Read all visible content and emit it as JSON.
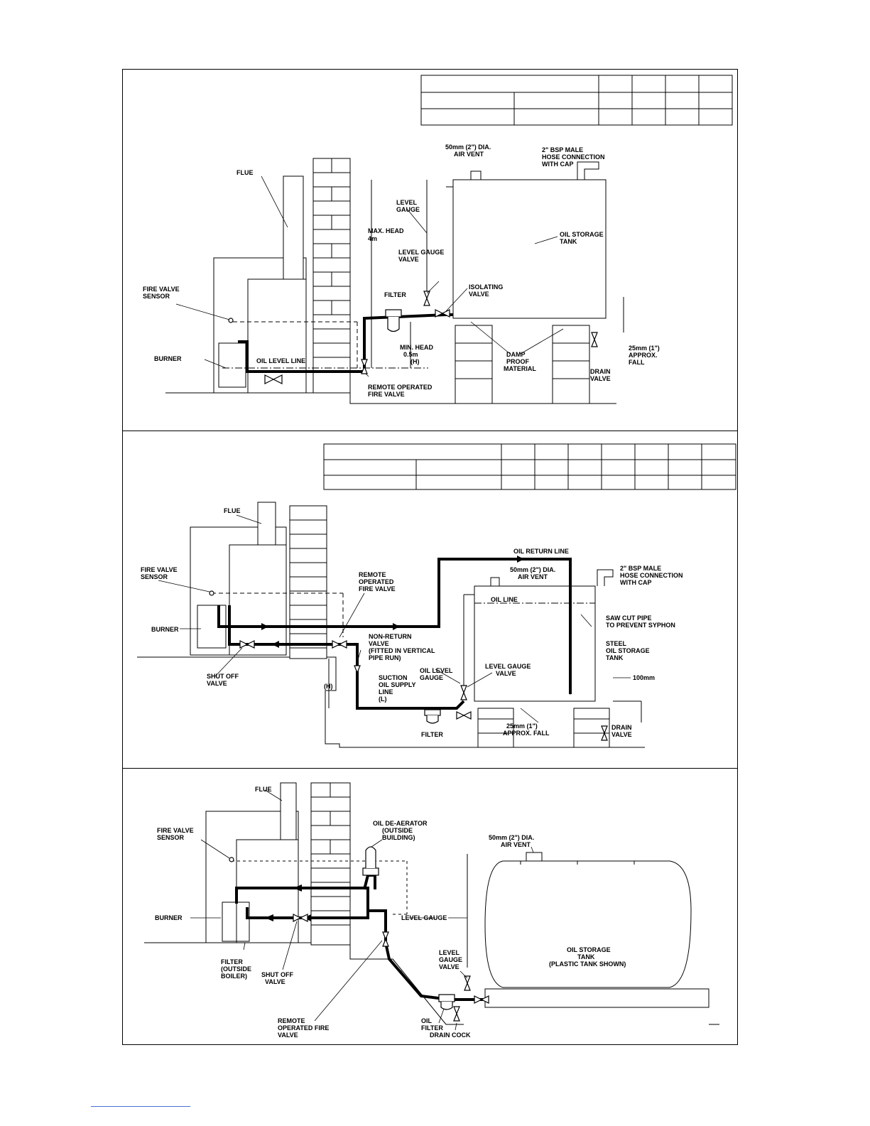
{
  "panel1": {
    "labels": {
      "flue": "FLUE",
      "air_vent_1": "50mm (2\") DIA.",
      "air_vent_2": "AIR VENT",
      "hose_1": "2\" BSP MALE",
      "hose_2": "HOSE CONNECTION",
      "hose_3": "WITH CAP",
      "level_gauge_1": "LEVEL",
      "level_gauge_2": "GAUGE",
      "max_head_1": "MAX. HEAD",
      "max_head_2": "4m",
      "oil_tank_1": "OIL STORAGE",
      "oil_tank_2": "TANK",
      "lgv_1": "LEVEL GAUGE",
      "lgv_2": "VALVE",
      "fire_sensor_1": "FIRE VALVE",
      "fire_sensor_2": "SENSOR",
      "filter": "FILTER",
      "isolating_1": "ISOLATING",
      "isolating_2": "VALVE",
      "burner": "BURNER",
      "oil_level_line": "OIL LEVEL LINE",
      "min_head_1": "MIN. HEAD",
      "min_head_2": "0.5m",
      "min_head_3": "(H)",
      "damp_1": "DAMP",
      "damp_2": "PROOF",
      "damp_3": "MATERIAL",
      "fall_1": "25mm (1\")",
      "fall_2": "APPROX.",
      "fall_3": "FALL",
      "drain_1": "DRAIN",
      "drain_2": "VALVE",
      "rofv_1": "REMOTE OPERATED",
      "rofv_2": "FIRE VALVE"
    }
  },
  "panel2": {
    "labels": {
      "flue": "FLUE",
      "oil_return": "OIL RETURN LINE",
      "hose_1": "2\" BSP MALE",
      "hose_2": "HOSE CONNECTION",
      "hose_3": "WITH CAP",
      "air_vent_1": "50mm (2\") DIA.",
      "air_vent_2": "AIR VENT",
      "fire_sensor_1": "FIRE VALVE",
      "fire_sensor_2": "SENSOR",
      "rofv_1": "REMOTE",
      "rofv_2": "OPERATED",
      "rofv_3": "FIRE VALVE",
      "oil_line": "OIL LINE",
      "saw_1": "SAW CUT PIPE",
      "saw_2": "TO PREVENT SYPHON",
      "burner": "BURNER",
      "nrv_1": "NON-RETURN",
      "nrv_2": "VALVE",
      "nrv_3": "(FITTED IN VERTICAL",
      "nrv_4": "PIPE RUN)",
      "steel_1": "STEEL",
      "steel_2": "OIL STORAGE",
      "steel_3": "TANK",
      "shutoff_1": "SHUT OFF",
      "shutoff_2": "VALVE",
      "h": "(H)",
      "suction_1": "SUCTION",
      "suction_2": "OIL SUPPLY",
      "suction_3": "LINE",
      "suction_4": "(L)",
      "olg_1": "OIL LEVEL",
      "olg_2": "GAUGE",
      "lgv_1": "LEVEL GAUGE",
      "lgv_2": "VALVE",
      "mm100": "100mm",
      "filter": "FILTER",
      "fall_1": "25mm (1\")",
      "fall_2": "APPROX. FALL",
      "drain_1": "DRAIN",
      "drain_2": "VALVE"
    }
  },
  "panel3": {
    "labels": {
      "flue": "FLUE",
      "deaerator_1": "OIL DE-AERATOR",
      "deaerator_2": "(OUTSIDE",
      "deaerator_3": "BUILDING)",
      "fire_sensor_1": "FIRE VALVE",
      "fire_sensor_2": "SENSOR",
      "air_vent_1": "50mm (2\") DIA.",
      "air_vent_2": "AIR VENT",
      "burner": "BURNER",
      "level_gauge": "LEVEL GAUGE",
      "tank_1": "OIL STORAGE",
      "tank_2": "TANK",
      "tank_3": "(PLASTIC TANK SHOWN)",
      "filter_1": "FILTER",
      "filter_2": "(OUTSIDE",
      "filter_3": "BOILER)",
      "lgv_1": "LEVEL",
      "lgv_2": "GAUGE",
      "lgv_3": "VALVE",
      "shutoff_1": "SHUT OFF",
      "shutoff_2": "VALVE",
      "rofv_1": "REMOTE",
      "rofv_2": "OPERATED FIRE",
      "rofv_3": "VALVE",
      "oil_filter_1": "OIL",
      "oil_filter_2": "FILTER",
      "drain_cock": "DRAIN COCK"
    }
  }
}
